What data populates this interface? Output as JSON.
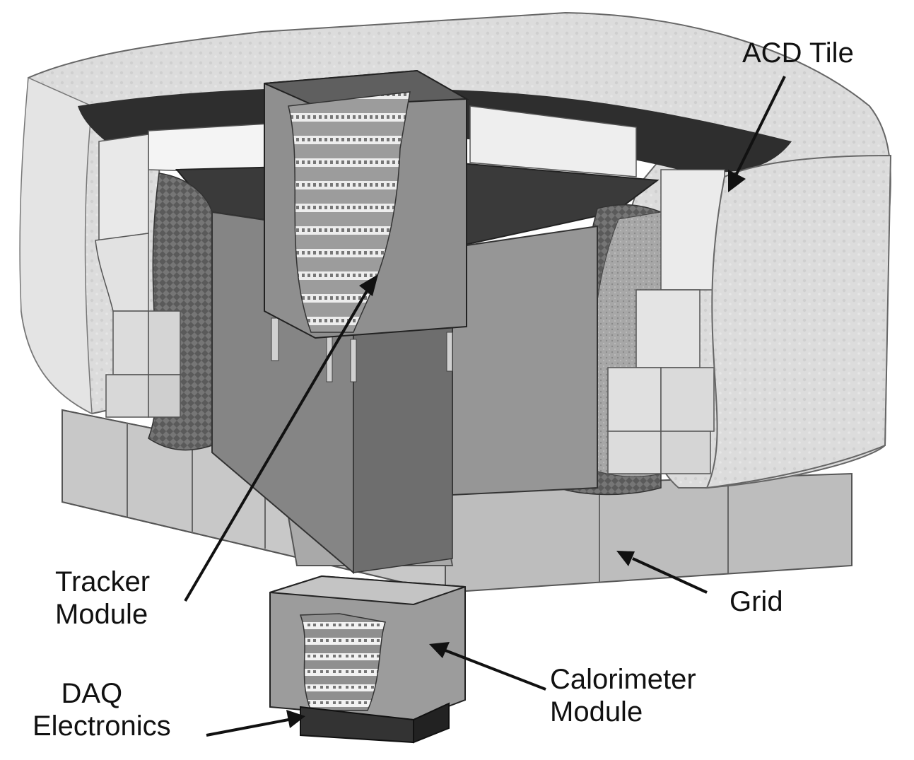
{
  "labels": {
    "acd_tile": "ACD Tile",
    "tracker_module": [
      "Tracker",
      "Module"
    ],
    "grid": "Grid",
    "calorimeter_module": [
      "Calorimeter",
      "Module"
    ],
    "daq_electronics": [
      "DAQ",
      "Electronics"
    ]
  },
  "colors": {
    "acd_tile": "#d9d9d9",
    "grid": "#bdbdbd",
    "dark_blanket": "#2e2e2e",
    "tracker_face": "#8f8f8f",
    "daq_base": "#333333",
    "label_text": "#111111"
  }
}
